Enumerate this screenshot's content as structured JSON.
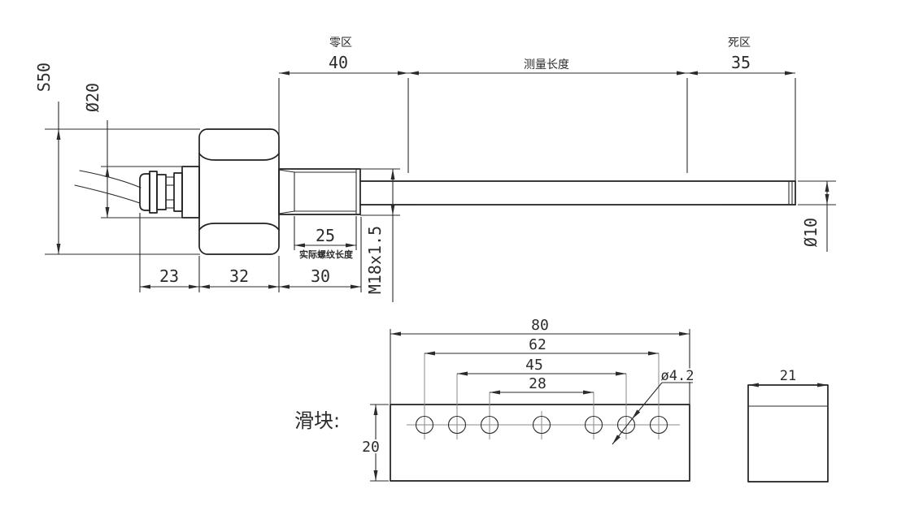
{
  "probe_view": {
    "dims": {
      "zero_zone": {
        "label": "零区",
        "value": "40"
      },
      "measuring_length": {
        "label": "测量长度"
      },
      "dead_zone": {
        "label": "死区",
        "value": "35"
      },
      "hex_across_flats": "S50",
      "cable_gland_dia": "Ø20",
      "thread_length": "25",
      "thread_length_note": "实际螺纹长度",
      "thread_spec": "M18x1.5",
      "gland_length": "23",
      "hex_length": "32",
      "thread_section_length": "30",
      "rod_dia": "Ø10"
    }
  },
  "slider_view": {
    "label": "滑块:",
    "dims": {
      "overall_width": "80",
      "hole_span_62": "62",
      "hole_span_45": "45",
      "hole_span_28": "28",
      "hole_dia": "ø4.2",
      "height": "20",
      "depth": "21"
    }
  }
}
